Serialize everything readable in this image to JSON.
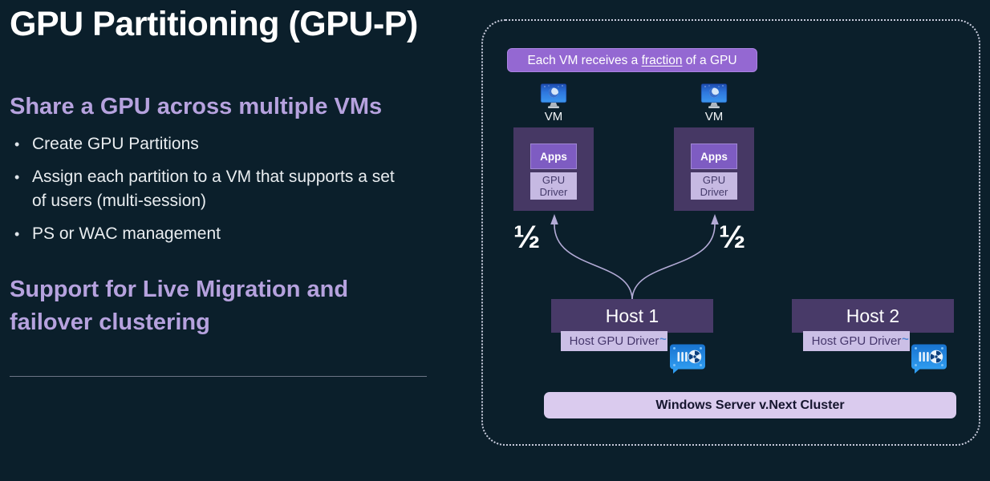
{
  "colors": {
    "background": "#0b1f2b",
    "heading_purple": "#b6a2de",
    "body_text": "#e9edf0",
    "banner_purple": "#9468d2",
    "box_dark_purple": "#463864",
    "apps_purple": "#7e5cc2",
    "lavender_box": "#cbbfe6",
    "cluster_lavender": "#dacbee",
    "gpu_card_blue": "#1f83dd",
    "connector_line": "#b3abd6"
  },
  "left_panel": {
    "title": "GPU Partitioning (GPU-P)",
    "section_heading": "Share a GPU across multiple VMs",
    "bullets": [
      "Create GPU Partitions",
      "Assign each partition to a VM that supports a set of users (multi-session)",
      "PS or WAC management"
    ],
    "section_heading_2": "Support for Live Migration and failover clustering"
  },
  "diagram": {
    "banner": {
      "text_before": "Each VM receives a",
      "underlined_word": "fraction",
      "text_after": "of a GPU"
    },
    "vms": [
      {
        "label": "VM",
        "apps": "Apps",
        "driver": "GPU Driver",
        "fraction": "½"
      },
      {
        "label": "VM",
        "apps": "Apps",
        "driver": "GPU Driver",
        "fraction": "½"
      }
    ],
    "hosts": [
      {
        "name": "Host 1",
        "driver": "Host GPU Driver",
        "tilde": "~"
      },
      {
        "name": "Host 2",
        "driver": "Host GPU Driver",
        "tilde": "~"
      }
    ],
    "cluster_label": "Windows Server v.Next Cluster"
  }
}
